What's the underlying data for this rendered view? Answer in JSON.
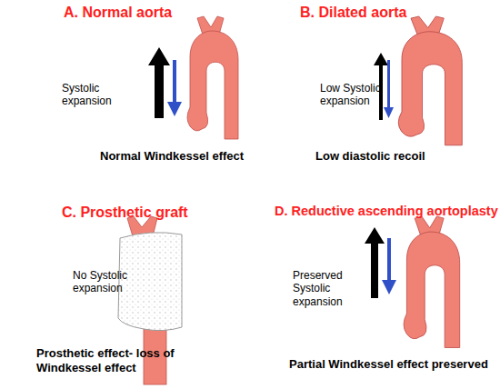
{
  "diagram": {
    "labels": [
      "A. Normal aorta",
      "Systolic expansion",
      "Normal Windkessel effect",
      "B. Dilated aorta",
      "Low Systolic expansion",
      "Low diastolic recoil",
      "C. Prosthetic graft",
      "No Systolic expansion",
      "Prosthetic effect- loss of Windkessel effect",
      "D. Reductive ascending aortoplasty",
      "Preserved Systolic expansion",
      "Partial Windkessel effect preserved"
    ]
  }
}
